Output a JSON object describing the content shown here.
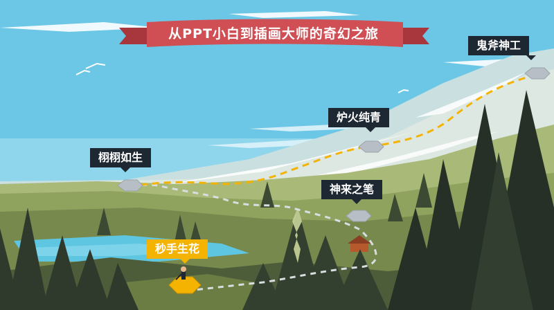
{
  "banner": {
    "title": "从PPT小白到插画大师的奇幻之旅"
  },
  "stages": [
    {
      "label": "秒手生花",
      "style": "gold"
    },
    {
      "label": "栩栩如生",
      "style": "dark"
    },
    {
      "label": "神来之笔",
      "style": "dark"
    },
    {
      "label": "炉火纯青",
      "style": "dark"
    },
    {
      "label": "鬼斧神工",
      "style": "dark"
    }
  ],
  "colors": {
    "sky": "#6cc7e6",
    "banner": "#cf4f55",
    "label_dark": "#1e2832",
    "label_highlight": "#f5b301",
    "path_past": "#d9dde0",
    "path_future": "#f5b301"
  }
}
